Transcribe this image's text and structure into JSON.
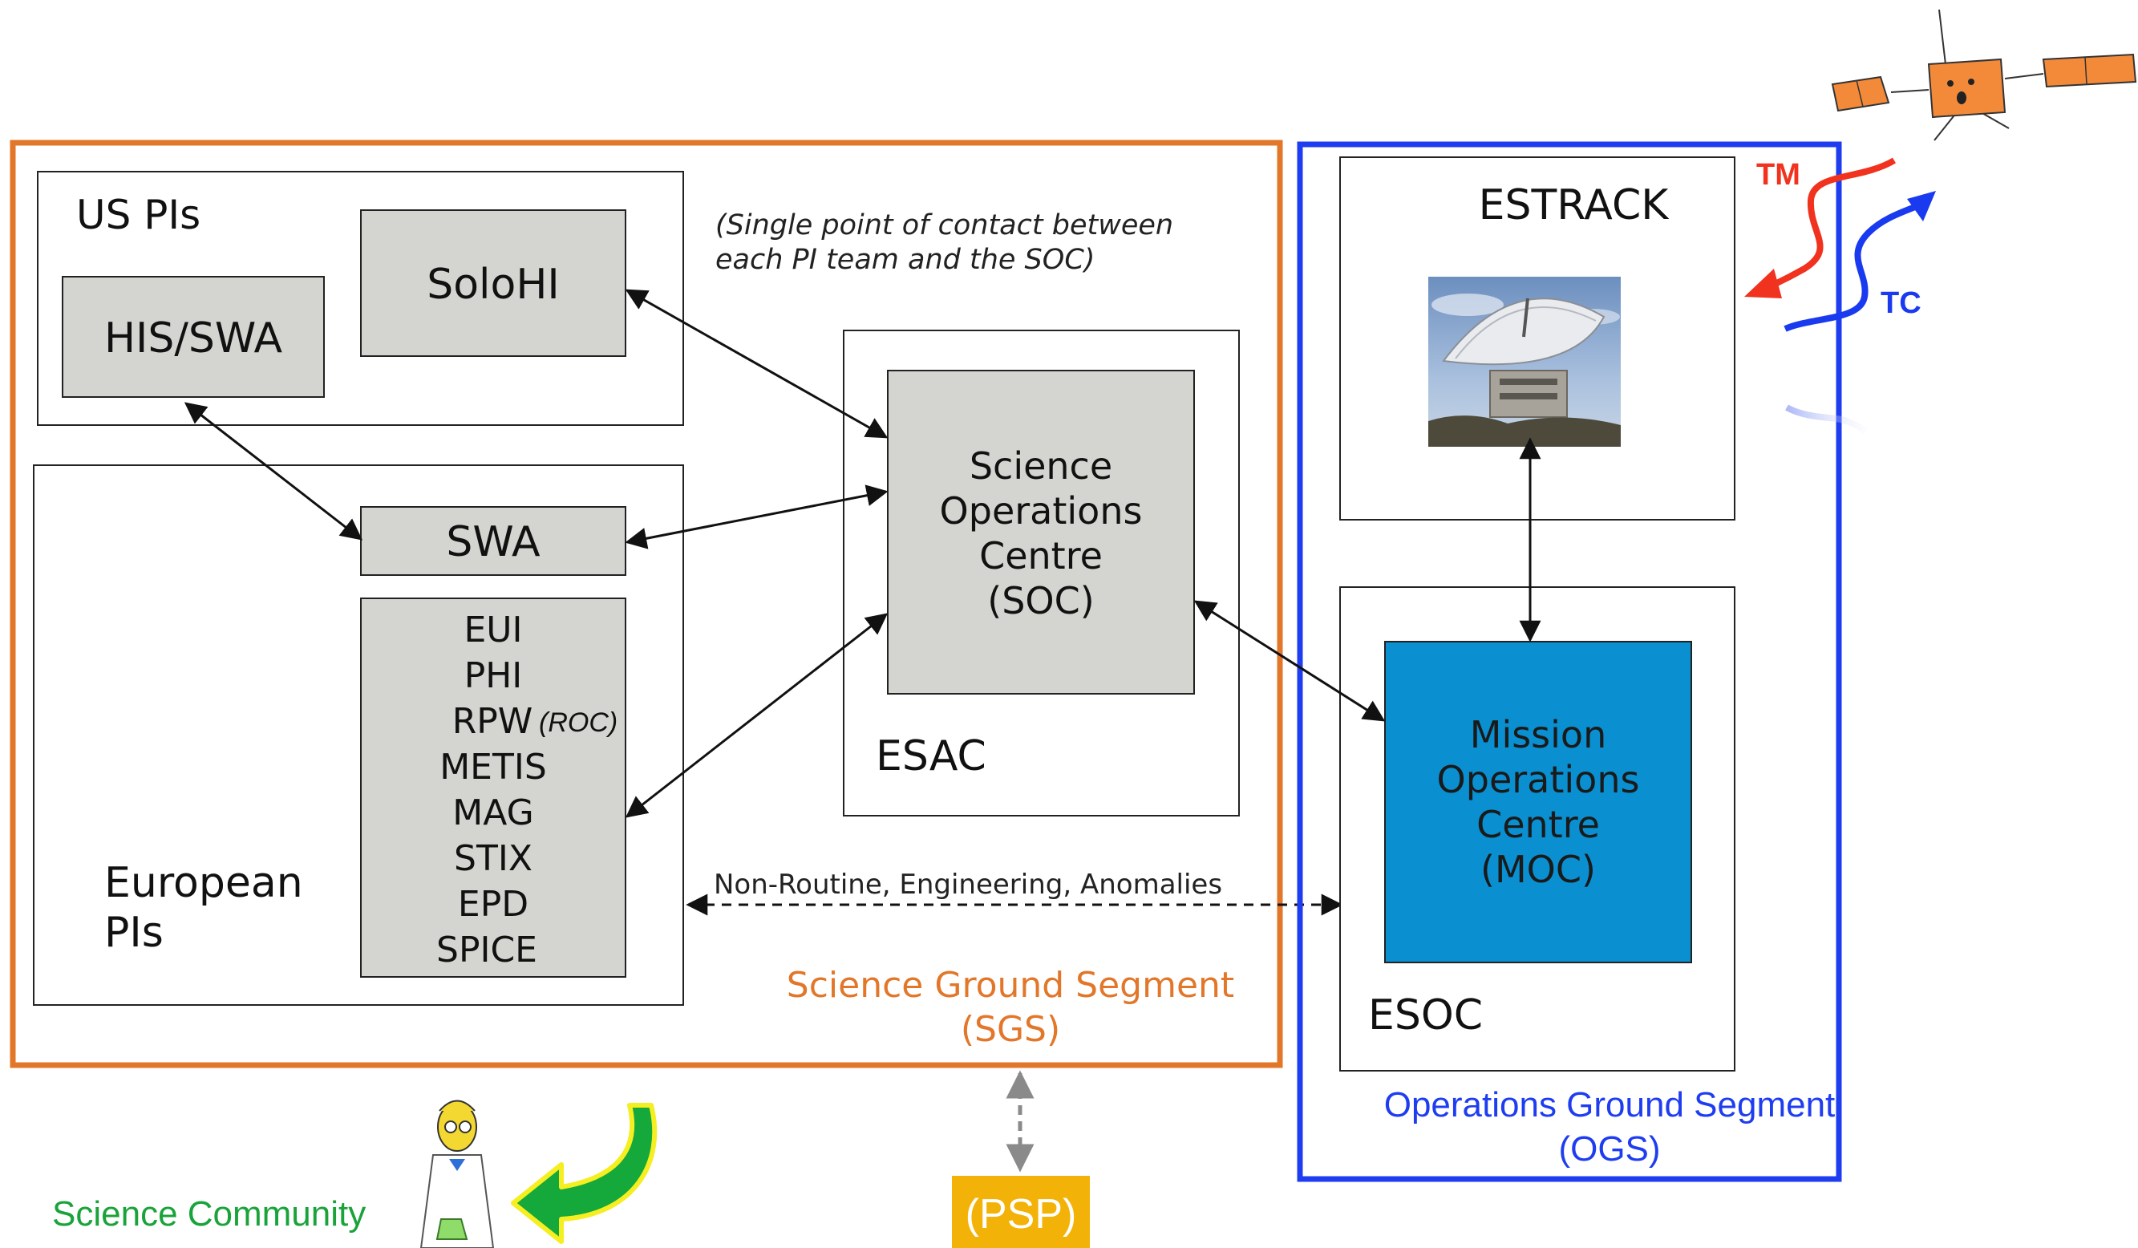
{
  "sgs": {
    "us_pis_label": "US PIs",
    "solohi_label": "SoloHI",
    "his_swa_label": "HIS/SWA",
    "note_line1": "(Single point of contact between",
    "note_line2": "each PI team and the SOC)",
    "european_line1": "European",
    "european_line2": "PIs",
    "swa_label": "SWA",
    "instruments": [
      "EUI",
      "PHI",
      "RPW",
      "METIS",
      "MAG",
      "STIX",
      "EPD",
      "SPICE"
    ],
    "rpw_suffix": "(ROC)",
    "soc_lines": [
      "Science",
      "Operations",
      "Centre",
      "(SOC)"
    ],
    "esac_label": "ESAC",
    "non_routine_label": "Non-Routine, Engineering, Anomalies",
    "segment_line1": "Science Ground Segment",
    "segment_line2": "(SGS)"
  },
  "ogs": {
    "estrack_label": "ESTRACK",
    "moc_lines": [
      "Mission",
      "Operations",
      "Centre",
      "(MOC)"
    ],
    "esoc_label": "ESOC",
    "segment_line1": "Operations Ground Segment",
    "segment_line2": "(OGS)",
    "tm_label": "TM",
    "tc_label": "TC"
  },
  "external": {
    "science_community_label": "Science Community",
    "psp_label": "(PSP)"
  },
  "colors": {
    "sgs_border": "#e2772a",
    "ogs_border": "#1f3df0",
    "box_fill": "#d4d4d0",
    "moc_fill": "#0a8fd0",
    "tm_red": "#f0321e",
    "tc_blue": "#1a3af0",
    "community_green": "#1aa33a",
    "psp_fill": "#f2b208",
    "community_arrow_green": "#15a83a",
    "community_arrow_yellow": "#f5ee20"
  }
}
